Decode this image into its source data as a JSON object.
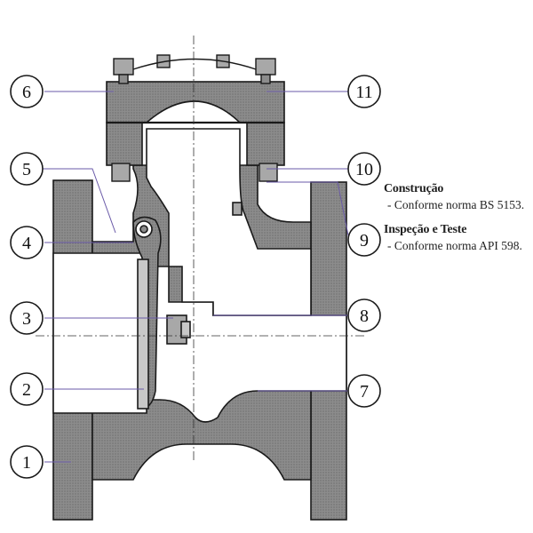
{
  "callouts": [
    "1",
    "2",
    "3",
    "4",
    "5",
    "6",
    "7",
    "8",
    "9",
    "10",
    "11"
  ],
  "notes": {
    "construction_title": "Construção",
    "construction_text": "- Conforme norma BS 5153.",
    "inspection_title": "Inspeção e Teste",
    "inspection_text": "- Conforme norma API 598."
  },
  "colors": {
    "body_fill": "#8c8c8c",
    "outline": "#1a1a1a",
    "leader_line": "#6a5aa8",
    "bore_fill": "#ffffff"
  }
}
